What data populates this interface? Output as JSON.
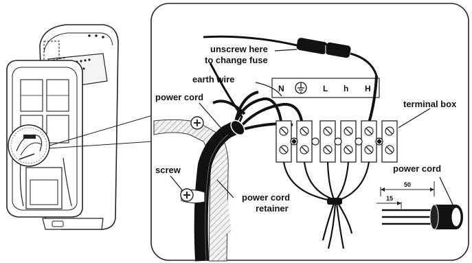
{
  "labels": {
    "fuse_line1": "unscrew here",
    "fuse_line2": "to change fuse",
    "earth_wire": "earth wire",
    "power_cord_top": "power cord",
    "terminal_box": "terminal box",
    "screw": "screw",
    "retainer_line1": "power cord",
    "retainer_line2": "retainer",
    "power_cord_right": "power cord"
  },
  "terminal_labels": {
    "n": "N",
    "l": "L",
    "h1": "h",
    "h2": "H"
  },
  "icons": {
    "earth": "earth-ground-icon"
  },
  "dimensions": {
    "long": "50",
    "short": "15"
  }
}
